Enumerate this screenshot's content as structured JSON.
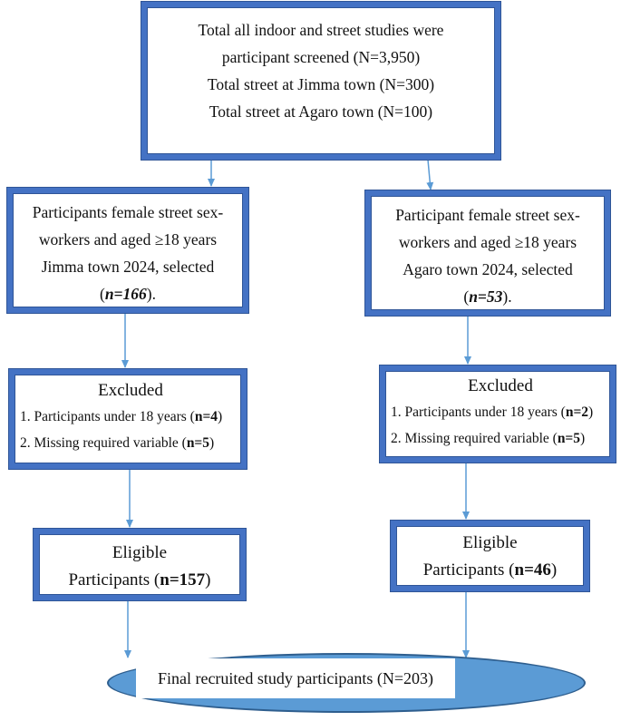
{
  "top_box": {
    "line1": "Total all indoor and street studies were",
    "line2": "participant screened (N=3,950)",
    "line3": "Total street at Jimma town (N=300)",
    "line4": "Total street at Agaro town (N=100)"
  },
  "jimma_selected": {
    "line1": "Participants female street sex-",
    "line2": "workers and aged ≥18 years",
    "line3": "Jimma town 2024, selected",
    "count": "n=166",
    "open": "(",
    "close": ")."
  },
  "agaro_selected": {
    "line1": "Participant female street sex-",
    "line2": "workers and aged ≥18 years",
    "line3": "Agaro town 2024, selected",
    "count": "n=53",
    "open": "(",
    "close": ")."
  },
  "jimma_excluded": {
    "title": "Excluded",
    "item1_text": "1. Participants under 18 years (",
    "item1_count": "n=4",
    "item1_close": ")",
    "item2_text": "2. Missing required variable (",
    "item2_count": "n=5",
    "item2_close": ")"
  },
  "agaro_excluded": {
    "title": "Excluded",
    "item1_text": "1. Participants under 18 years (",
    "item1_count": "n=2",
    "item1_close": ")",
    "item2_text": "2. Missing required variable (",
    "item2_count": "n=5",
    "item2_close": ")"
  },
  "jimma_eligible": {
    "line1": "Eligible",
    "line2": "Participants (",
    "count": "n=157",
    "close": ")"
  },
  "agaro_eligible": {
    "line1": "Eligible",
    "line2": "Participants (",
    "count": "n=46",
    "close": ")"
  },
  "final": {
    "label": "Final recruited study participants (N=203)"
  },
  "colors": {
    "box_border": "#4472c4",
    "arrow": "#5b9bd5",
    "oval_fill": "#5b9bd5"
  }
}
